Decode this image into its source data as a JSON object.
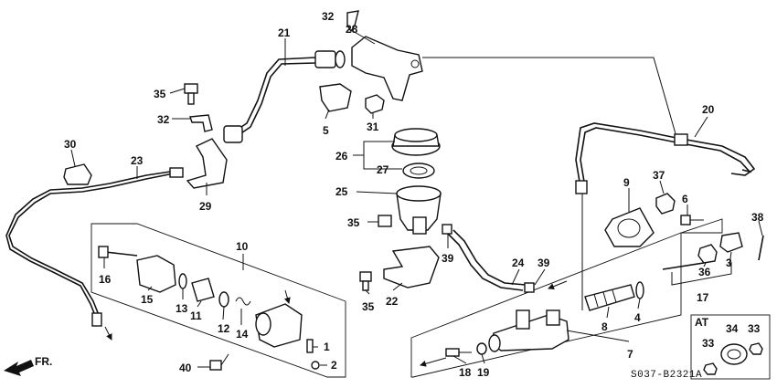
{
  "diagram": {
    "callouts": [
      {
        "id": "c1",
        "text": "1"
      },
      {
        "id": "c2",
        "text": "2"
      },
      {
        "id": "c3",
        "text": "3"
      },
      {
        "id": "c4",
        "text": "4"
      },
      {
        "id": "c5",
        "text": "5"
      },
      {
        "id": "c6",
        "text": "6"
      },
      {
        "id": "c7",
        "text": "7"
      },
      {
        "id": "c8",
        "text": "8"
      },
      {
        "id": "c9",
        "text": "9"
      },
      {
        "id": "c10",
        "text": "10"
      },
      {
        "id": "c11",
        "text": "11"
      },
      {
        "id": "c12",
        "text": "12"
      },
      {
        "id": "c13",
        "text": "13"
      },
      {
        "id": "c14",
        "text": "14"
      },
      {
        "id": "c15",
        "text": "15"
      },
      {
        "id": "c16",
        "text": "16"
      },
      {
        "id": "c17",
        "text": "17"
      },
      {
        "id": "c18",
        "text": "18"
      },
      {
        "id": "c19",
        "text": "19"
      },
      {
        "id": "c20",
        "text": "20"
      },
      {
        "id": "c21",
        "text": "21"
      },
      {
        "id": "c22",
        "text": "22"
      },
      {
        "id": "c23",
        "text": "23"
      },
      {
        "id": "c24",
        "text": "24"
      },
      {
        "id": "c25",
        "text": "25"
      },
      {
        "id": "c26",
        "text": "26"
      },
      {
        "id": "c27",
        "text": "27"
      },
      {
        "id": "c28",
        "text": "28"
      },
      {
        "id": "c29",
        "text": "29"
      },
      {
        "id": "c30",
        "text": "30"
      },
      {
        "id": "c31",
        "text": "31"
      },
      {
        "id": "c32a",
        "text": "32"
      },
      {
        "id": "c32b",
        "text": "32"
      },
      {
        "id": "c33a",
        "text": "33"
      },
      {
        "id": "c33b",
        "text": "33"
      },
      {
        "id": "c34",
        "text": "34"
      },
      {
        "id": "c35a",
        "text": "35"
      },
      {
        "id": "c35b",
        "text": "35"
      },
      {
        "id": "c35c",
        "text": "35"
      },
      {
        "id": "c36",
        "text": "36"
      },
      {
        "id": "c37",
        "text": "37"
      },
      {
        "id": "c38",
        "text": "38"
      },
      {
        "id": "c39a",
        "text": "39"
      },
      {
        "id": "c39b",
        "text": "39"
      },
      {
        "id": "c40",
        "text": "40"
      }
    ],
    "at_label": "AT",
    "fr_label": "FR.",
    "drawing_code": "S037-B2321A"
  }
}
